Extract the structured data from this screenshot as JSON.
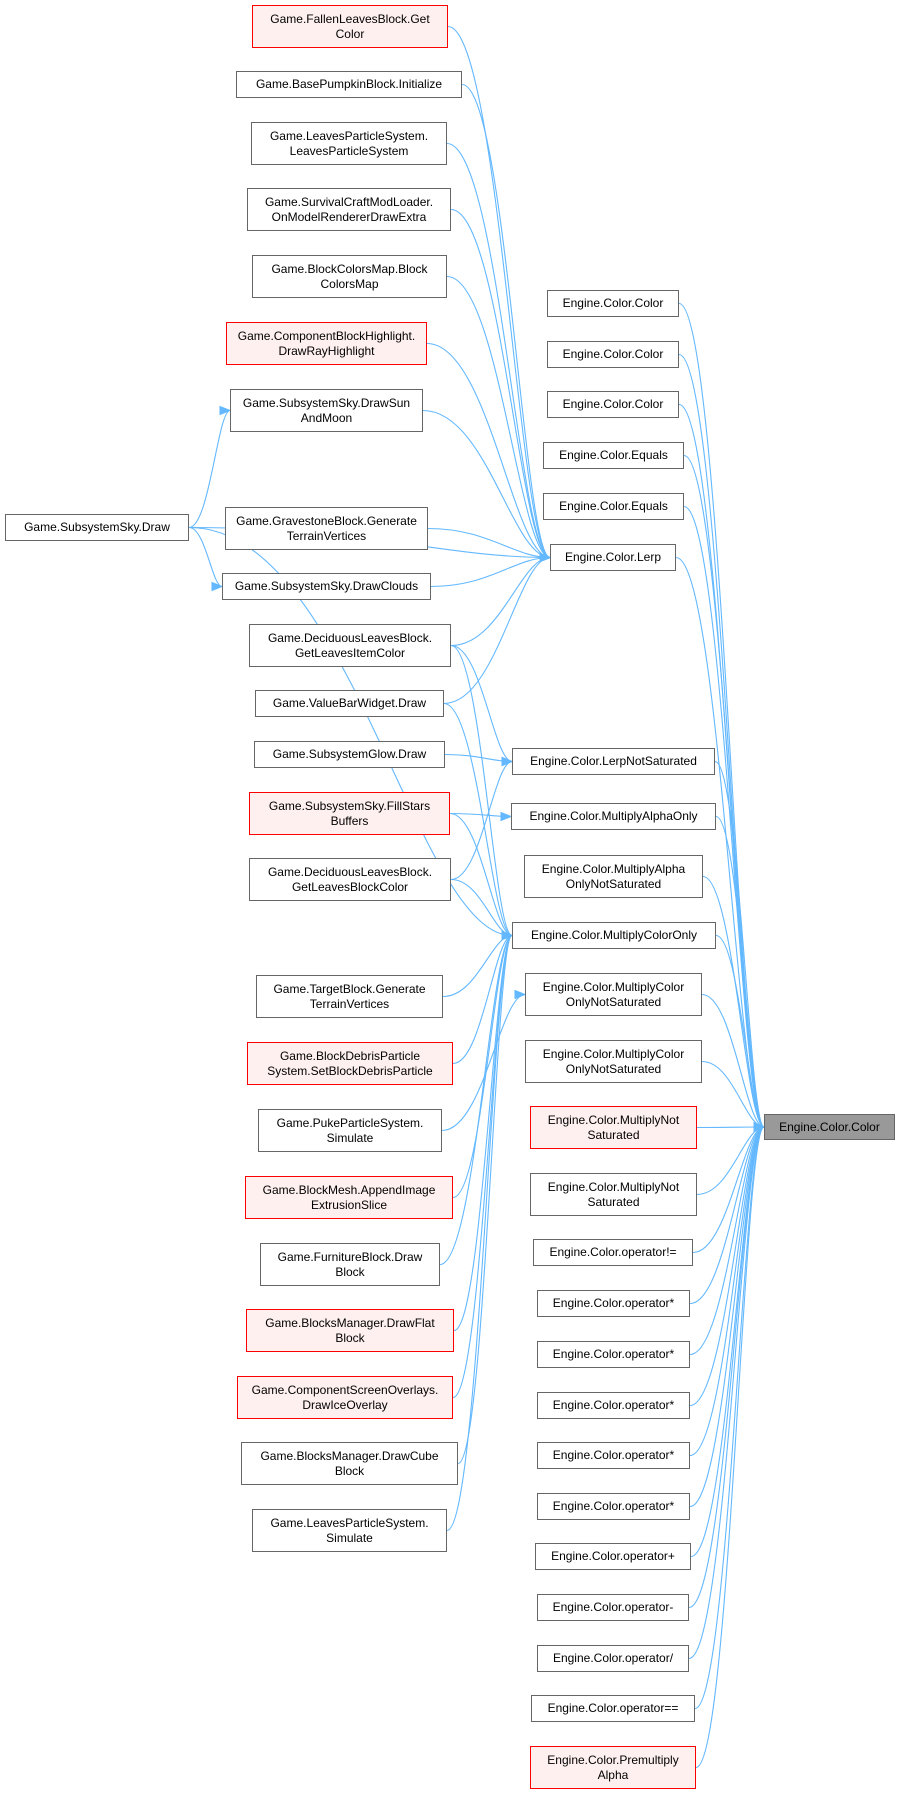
{
  "diagram": {
    "type": "call-graph",
    "edge_color": "#63b8ff",
    "colors": {
      "node_border": "#666666",
      "node_fill": "#ffffff",
      "undocumented_border": "#ff0000",
      "undocumented_fill": "#fff0f0",
      "target_fill": "#999999"
    },
    "target": {
      "id": "target",
      "label": "Engine.Color.Color"
    },
    "root_caller": {
      "id": "sky_draw",
      "label": "Game.SubsystemSky.Draw",
      "style": "normal"
    },
    "callers_outer": [
      {
        "id": "g1",
        "label": "Game.FallenLeavesBlock.Get\nColor",
        "style": "red"
      },
      {
        "id": "g2",
        "label": "Game.BasePumpkinBlock.Initialize",
        "style": "normal"
      },
      {
        "id": "g3",
        "label": "Game.LeavesParticleSystem.\nLeavesParticleSystem",
        "style": "normal"
      },
      {
        "id": "g4",
        "label": "Game.SurvivalCraftModLoader.\nOnModelRendererDrawExtra",
        "style": "normal"
      },
      {
        "id": "g5",
        "label": "Game.BlockColorsMap.Block\nColorsMap",
        "style": "normal"
      },
      {
        "id": "g6",
        "label": "Game.ComponentBlockHighlight.\nDrawRayHighlight",
        "style": "red"
      },
      {
        "id": "g7",
        "label": "Game.SubsystemSky.DrawSun\nAndMoon",
        "style": "normal"
      },
      {
        "id": "g8",
        "label": "Game.GravestoneBlock.Generate\nTerrainVertices",
        "style": "normal"
      },
      {
        "id": "g9",
        "label": "Game.SubsystemSky.DrawClouds",
        "style": "normal"
      },
      {
        "id": "g10",
        "label": "Game.DeciduousLeavesBlock.\nGetLeavesItemColor",
        "style": "normal"
      },
      {
        "id": "g11",
        "label": "Game.ValueBarWidget.Draw",
        "style": "normal"
      },
      {
        "id": "g12",
        "label": "Game.SubsystemGlow.Draw",
        "style": "normal"
      },
      {
        "id": "g13",
        "label": "Game.SubsystemSky.FillStars\nBuffers",
        "style": "red"
      },
      {
        "id": "g14",
        "label": "Game.DeciduousLeavesBlock.\nGetLeavesBlockColor",
        "style": "normal"
      },
      {
        "id": "g15",
        "label": "Game.TargetBlock.Generate\nTerrainVertices",
        "style": "normal"
      },
      {
        "id": "g16",
        "label": "Game.BlockDebrisParticle\nSystem.SetBlockDebrisParticle",
        "style": "red"
      },
      {
        "id": "g17",
        "label": "Game.PukeParticleSystem.\nSimulate",
        "style": "normal"
      },
      {
        "id": "g18",
        "label": "Game.BlockMesh.AppendImage\nExtrusionSlice",
        "style": "red"
      },
      {
        "id": "g19",
        "label": "Game.FurnitureBlock.Draw\nBlock",
        "style": "normal"
      },
      {
        "id": "g20",
        "label": "Game.BlocksManager.DrawFlat\nBlock",
        "style": "red"
      },
      {
        "id": "g21",
        "label": "Game.ComponentScreenOverlays.\nDrawIceOverlay",
        "style": "red"
      },
      {
        "id": "g22",
        "label": "Game.BlocksManager.DrawCube\nBlock",
        "style": "normal"
      },
      {
        "id": "g23",
        "label": "Game.LeavesParticleSystem.\nSimulate",
        "style": "normal"
      }
    ],
    "callers_direct": [
      {
        "id": "e1",
        "label": "Engine.Color.Color",
        "style": "normal"
      },
      {
        "id": "e2",
        "label": "Engine.Color.Color",
        "style": "normal"
      },
      {
        "id": "e3",
        "label": "Engine.Color.Color",
        "style": "normal"
      },
      {
        "id": "e4",
        "label": "Engine.Color.Equals",
        "style": "normal"
      },
      {
        "id": "e5",
        "label": "Engine.Color.Equals",
        "style": "normal"
      },
      {
        "id": "e6",
        "label": "Engine.Color.Lerp",
        "style": "normal"
      },
      {
        "id": "e7",
        "label": "Engine.Color.LerpNotSaturated",
        "style": "normal"
      },
      {
        "id": "e8",
        "label": "Engine.Color.MultiplyAlphaOnly",
        "style": "normal"
      },
      {
        "id": "e9",
        "label": "Engine.Color.MultiplyAlpha\nOnlyNotSaturated",
        "style": "normal"
      },
      {
        "id": "e10",
        "label": "Engine.Color.MultiplyColorOnly",
        "style": "normal"
      },
      {
        "id": "e11",
        "label": "Engine.Color.MultiplyColor\nOnlyNotSaturated",
        "style": "normal"
      },
      {
        "id": "e12",
        "label": "Engine.Color.MultiplyColor\nOnlyNotSaturated",
        "style": "normal"
      },
      {
        "id": "e13",
        "label": "Engine.Color.MultiplyNot\nSaturated",
        "style": "red"
      },
      {
        "id": "e14",
        "label": "Engine.Color.MultiplyNot\nSaturated",
        "style": "normal"
      },
      {
        "id": "e15",
        "label": "Engine.Color.operator!=",
        "style": "normal"
      },
      {
        "id": "e16",
        "label": "Engine.Color.operator*",
        "style": "normal"
      },
      {
        "id": "e17",
        "label": "Engine.Color.operator*",
        "style": "normal"
      },
      {
        "id": "e18",
        "label": "Engine.Color.operator*",
        "style": "normal"
      },
      {
        "id": "e19",
        "label": "Engine.Color.operator*",
        "style": "normal"
      },
      {
        "id": "e20",
        "label": "Engine.Color.operator*",
        "style": "normal"
      },
      {
        "id": "e21",
        "label": "Engine.Color.operator+",
        "style": "normal"
      },
      {
        "id": "e22",
        "label": "Engine.Color.operator-",
        "style": "normal"
      },
      {
        "id": "e23",
        "label": "Engine.Color.operator/",
        "style": "normal"
      },
      {
        "id": "e24",
        "label": "Engine.Color.operator==",
        "style": "normal"
      },
      {
        "id": "e25",
        "label": "Engine.Color.Premultiply\nAlpha",
        "style": "red"
      }
    ],
    "edges": [
      [
        "e1",
        "target"
      ],
      [
        "e2",
        "target"
      ],
      [
        "e3",
        "target"
      ],
      [
        "e4",
        "target"
      ],
      [
        "e5",
        "target"
      ],
      [
        "e6",
        "target"
      ],
      [
        "e7",
        "target"
      ],
      [
        "e8",
        "target"
      ],
      [
        "e9",
        "target"
      ],
      [
        "e10",
        "target"
      ],
      [
        "e11",
        "target"
      ],
      [
        "e12",
        "target"
      ],
      [
        "e13",
        "target"
      ],
      [
        "e14",
        "target"
      ],
      [
        "e15",
        "target"
      ],
      [
        "e16",
        "target"
      ],
      [
        "e17",
        "target"
      ],
      [
        "e18",
        "target"
      ],
      [
        "e19",
        "target"
      ],
      [
        "e20",
        "target"
      ],
      [
        "e21",
        "target"
      ],
      [
        "e22",
        "target"
      ],
      [
        "e23",
        "target"
      ],
      [
        "e24",
        "target"
      ],
      [
        "e25",
        "target"
      ],
      [
        "g1",
        "e6"
      ],
      [
        "g2",
        "e6"
      ],
      [
        "g3",
        "e6"
      ],
      [
        "g4",
        "e6"
      ],
      [
        "g5",
        "e6"
      ],
      [
        "g6",
        "e6"
      ],
      [
        "g7",
        "e6"
      ],
      [
        "g8",
        "e6"
      ],
      [
        "g9",
        "e6"
      ],
      [
        "g10",
        "e6"
      ],
      [
        "g11",
        "e6"
      ],
      [
        "sky_draw",
        "e6"
      ],
      [
        "sky_draw",
        "g7"
      ],
      [
        "sky_draw",
        "g9"
      ],
      [
        "sky_draw",
        "e10"
      ],
      [
        "g10",
        "e7"
      ],
      [
        "g12",
        "e7"
      ],
      [
        "g14",
        "e7"
      ],
      [
        "g13",
        "e8"
      ],
      [
        "g11",
        "e10"
      ],
      [
        "g14",
        "e10"
      ],
      [
        "g10",
        "e10"
      ],
      [
        "g15",
        "e10"
      ],
      [
        "g16",
        "e10"
      ],
      [
        "g17",
        "e11"
      ],
      [
        "g18",
        "e10"
      ],
      [
        "g19",
        "e10"
      ],
      [
        "g20",
        "e10"
      ],
      [
        "g21",
        "e10"
      ],
      [
        "g22",
        "e10"
      ],
      [
        "g23",
        "e10"
      ],
      [
        "g13",
        "e10"
      ]
    ]
  }
}
